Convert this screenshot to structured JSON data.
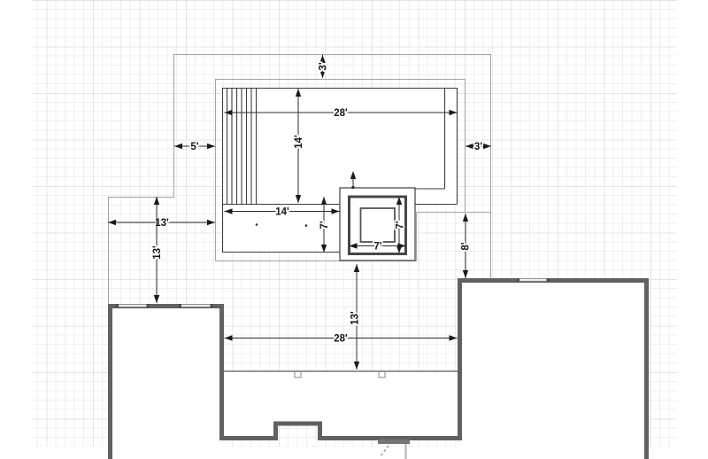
{
  "app": {
    "view": "floor-plan-canvas",
    "description": "Deck and hot tub plan drawn over house footprint on grid canvas"
  },
  "colors": {
    "background": "#ffffff",
    "grid_minor": "#efefef",
    "grid_major": "#e4e4e4",
    "boundary_line": "#a3a3a3",
    "deck_line": "#3d3d3d",
    "wall": "#616161",
    "dimension": "#1a1a1a",
    "window_fill": "#f2f2f2",
    "door_fill": "#757575"
  },
  "dims": {
    "top_offset": "3'",
    "deck_width": "28'",
    "deck_depth": "14'",
    "left_offset": "5'",
    "right_offset": "3'",
    "side_setback_width": "13'",
    "side_setback_depth": "13'",
    "walkway_width": "14'",
    "walkway_depth": "7'",
    "hot_tub_depth": "7'",
    "hot_tub_width": "7'",
    "house_gap": "8'",
    "patio_depth": "13'",
    "house_span": "28'"
  }
}
